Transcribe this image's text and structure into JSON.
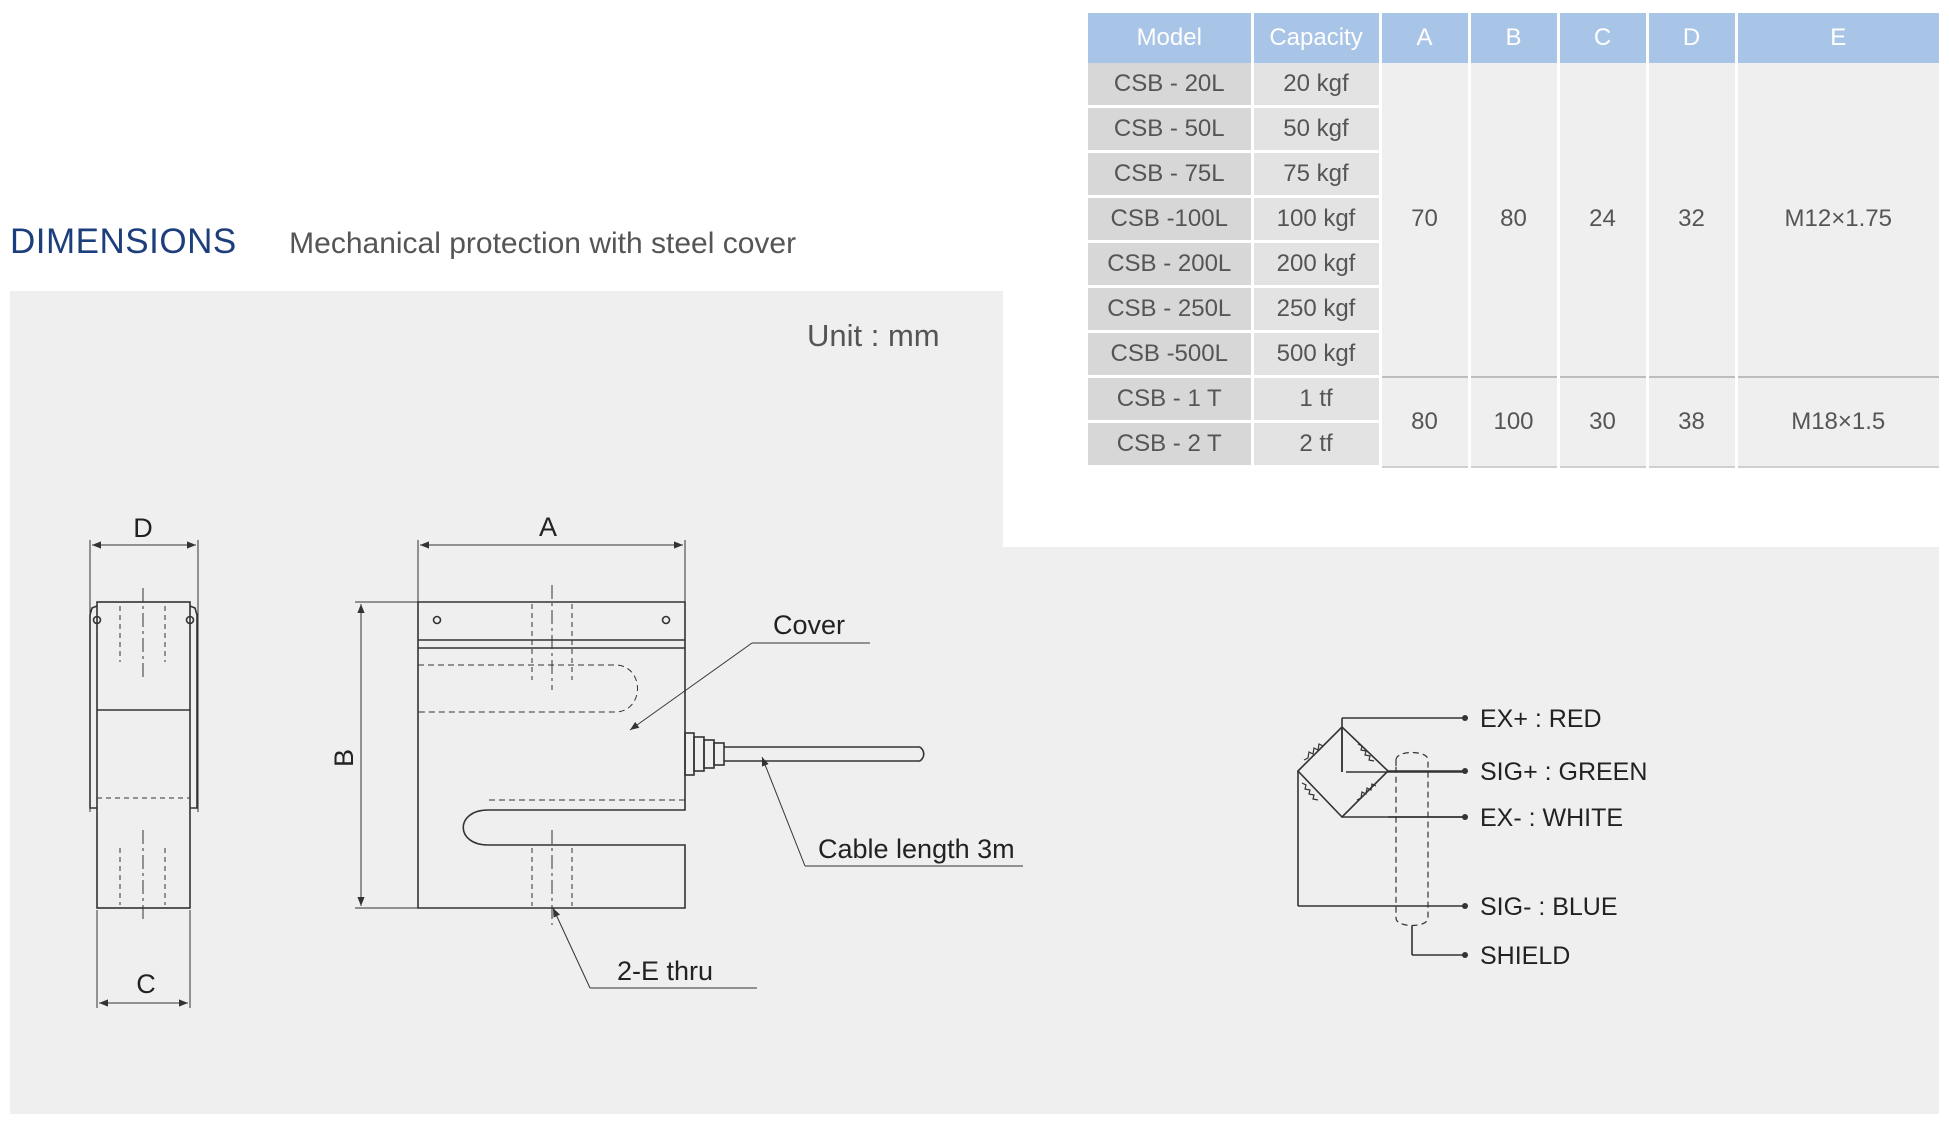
{
  "heading": {
    "title": "DIMENSIONS",
    "subtitle": "Mechanical protection with steel cover"
  },
  "unit_label": "Unit : mm",
  "table": {
    "headers": [
      "Model",
      "Capacity",
      "A",
      "B",
      "C",
      "D",
      "E"
    ],
    "groups": [
      {
        "rows": [
          {
            "model": "CSB - 20L",
            "capacity": "20 kgf"
          },
          {
            "model": "CSB - 50L",
            "capacity": "50 kgf"
          },
          {
            "model": "CSB - 75L",
            "capacity": "75 kgf"
          },
          {
            "model": "CSB -100L",
            "capacity": "100 kgf"
          },
          {
            "model": "CSB - 200L",
            "capacity": "200 kgf"
          },
          {
            "model": "CSB - 250L",
            "capacity": "250 kgf"
          },
          {
            "model": "CSB -500L",
            "capacity": "500 kgf"
          }
        ],
        "dims": {
          "A": "70",
          "B": "80",
          "C": "24",
          "D": "32",
          "E": "M12×1.75"
        }
      },
      {
        "rows": [
          {
            "model": "CSB - 1 T",
            "capacity": "1 tf"
          },
          {
            "model": "CSB - 2 T",
            "capacity": "2 tf"
          }
        ],
        "dims": {
          "A": "80",
          "B": "100",
          "C": "30",
          "D": "38",
          "E": "M18×1.5"
        }
      }
    ]
  },
  "drawing": {
    "label_d": "D",
    "label_c": "C",
    "label_a": "A",
    "label_b": "B",
    "cover": "Cover",
    "cable": "Cable length 3m",
    "thru": "2-E thru"
  },
  "wiring": [
    "EX+ : RED",
    "SIG+ : GREEN",
    "EX- : WHITE",
    "SIG- : BLUE",
    "SHIELD"
  ],
  "colors": {
    "heading_blue": "#1d3e7c",
    "table_header": "#a8c4e6",
    "panel": "#efefef"
  }
}
